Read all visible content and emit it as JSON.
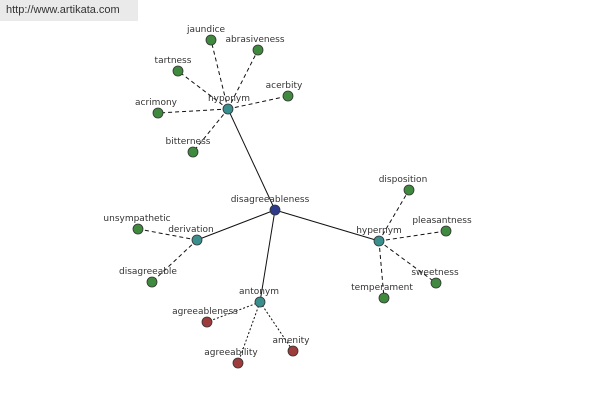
{
  "source_url": "http://www.artikata.com",
  "colors": {
    "root": "#2e3a8c",
    "relation": "#3a8e8e",
    "leaf": "#3f8a3f",
    "opposite": "#9e3b3b"
  },
  "graph": {
    "root": {
      "id": "root",
      "label": "disagreeableness"
    },
    "relations": [
      {
        "id": "hyponym",
        "label": "hyponym"
      },
      {
        "id": "derivation",
        "label": "derivation"
      },
      {
        "id": "hypernym",
        "label": "hypernym"
      },
      {
        "id": "antonym",
        "label": "antonym"
      }
    ],
    "leaves": [
      {
        "id": "jaundice",
        "label": "jaundice",
        "relation": "hyponym"
      },
      {
        "id": "abrasiveness",
        "label": "abrasiveness",
        "relation": "hyponym"
      },
      {
        "id": "tartness",
        "label": "tartness",
        "relation": "hyponym"
      },
      {
        "id": "acerbity",
        "label": "acerbity",
        "relation": "hyponym"
      },
      {
        "id": "acrimony",
        "label": "acrimony",
        "relation": "hyponym"
      },
      {
        "id": "bitterness",
        "label": "bitterness",
        "relation": "hyponym"
      },
      {
        "id": "unsympathetic",
        "label": "unsympathetic",
        "relation": "derivation"
      },
      {
        "id": "disagreeable",
        "label": "disagreeable",
        "relation": "derivation"
      },
      {
        "id": "disposition",
        "label": "disposition",
        "relation": "hypernym"
      },
      {
        "id": "pleasantness",
        "label": "pleasantness",
        "relation": "hypernym"
      },
      {
        "id": "sweetness",
        "label": "sweetness",
        "relation": "hypernym"
      },
      {
        "id": "temperament",
        "label": "temperament",
        "relation": "hypernym"
      },
      {
        "id": "agreeableness",
        "label": "agreeableness",
        "relation": "antonym",
        "opposite": true
      },
      {
        "id": "agreeability",
        "label": "agreeability",
        "relation": "antonym",
        "opposite": true
      },
      {
        "id": "amenity",
        "label": "amenity",
        "relation": "antonym",
        "opposite": true
      }
    ]
  }
}
